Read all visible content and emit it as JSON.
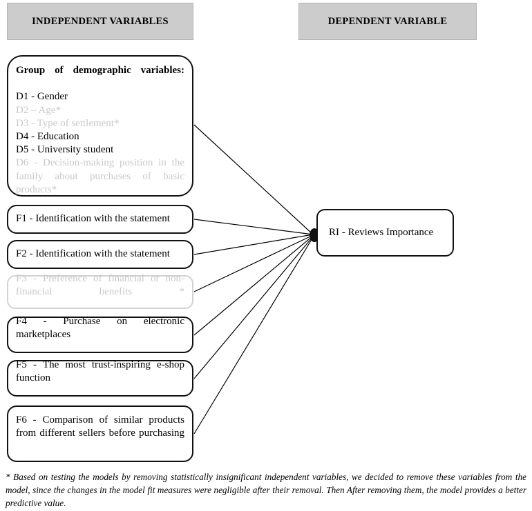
{
  "headers": {
    "independent": "INDEPENDENT VARIABLES",
    "dependent": "DEPENDENT VARIABLE"
  },
  "demographic_box": {
    "title": "Group of demographic variables:",
    "items": [
      {
        "label": "D1 - Gender",
        "muted": false
      },
      {
        "label": "D2 – Age*",
        "muted": true
      },
      {
        "label": "D3 - Type of settlement*",
        "muted": true
      },
      {
        "label": "D4 - Education",
        "muted": false
      },
      {
        "label": "D5 - University student",
        "muted": false
      },
      {
        "label": "D6 - Decision-making position in the family about purchases of basic products*",
        "muted": true
      }
    ]
  },
  "factor_boxes": [
    {
      "id": "F1",
      "label": "F1 - Identification with the statement",
      "muted": false
    },
    {
      "id": "F2",
      "label": "F2 - Identification with the statement",
      "muted": false
    },
    {
      "id": "F3",
      "label": "F3 - Preference of financial or non-financial benefits *",
      "muted": true
    },
    {
      "id": "F4",
      "label": "F4 - Purchase on electronic marketplaces",
      "muted": false
    },
    {
      "id": "F5",
      "label": "F5 - The most trust-inspiring e-shop function",
      "muted": false
    },
    {
      "id": "F6",
      "label": "F6 - Comparison of similar products from different sellers before purchasing",
      "muted": false
    }
  ],
  "dependent_box": {
    "label": "RI - Reviews Importance"
  },
  "footnote": {
    "text": "* Based on testing the models by removing statistically insignificant independent variables, we decided to remove these variables from the model, since the changes in the model fit measures were negligible after their removal. Then After removing them, the model provides a better predictive value."
  },
  "colors": {
    "header_fill": "#cccccc",
    "border": "#111111",
    "muted": "#c9c9c9",
    "connector": "#000000"
  }
}
